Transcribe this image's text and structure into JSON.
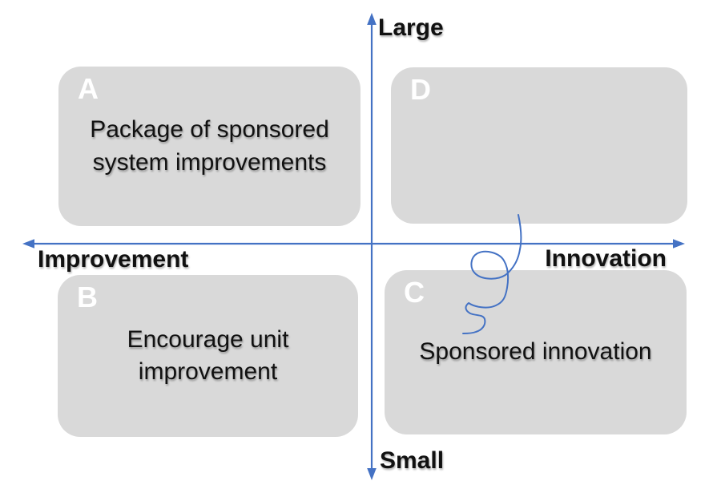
{
  "diagram": {
    "axes": {
      "top": "Large",
      "bottom": "Small",
      "left": "Improvement",
      "right": "Innovation"
    },
    "quadrants": {
      "a": {
        "letter": "A",
        "text": "Package of sponsored system improvements"
      },
      "b": {
        "letter": "B",
        "text": "Encourage unit improvement"
      },
      "c": {
        "letter": "C",
        "text": "Sponsored innovation"
      },
      "d": {
        "letter": "D",
        "text": ""
      }
    },
    "annotations": {
      "scribble": "hand-drawn blue pen scribble crossing the horizontal axis above quadrant C"
    }
  },
  "colors": {
    "accent_blue": "#4472C4",
    "box_gray": "#D9D9D9",
    "text_black": "#111111",
    "letter_white": "#FFFFFF"
  }
}
